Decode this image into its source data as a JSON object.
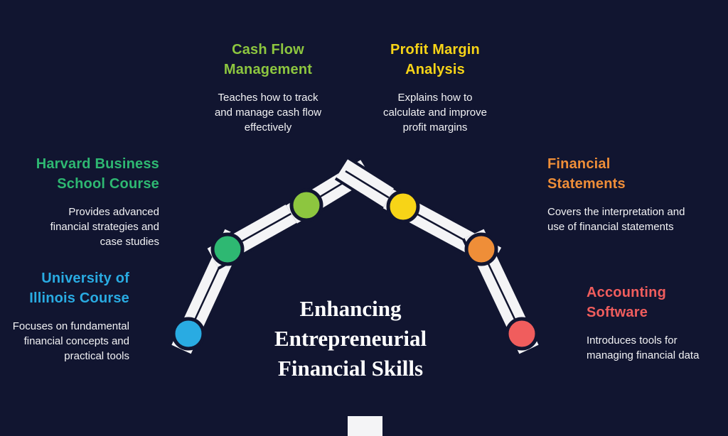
{
  "colors": {
    "background": "#111530",
    "bar": "#f4f4f6",
    "outline": "#111530",
    "description_text": "#f2f2f4",
    "title_text": "#ffffff"
  },
  "title": {
    "text": "Enhancing Entrepreneurial Financial Skills"
  },
  "items": [
    {
      "id": "cash-flow-management",
      "label": "Cash Flow Management",
      "description": "Teaches how to track and manage cash flow effectively",
      "color": "#8dc63f"
    },
    {
      "id": "profit-margin-analysis",
      "label": "Profit Margin Analysis",
      "description": "Explains how to calculate and improve profit margins",
      "color": "#f7d417"
    },
    {
      "id": "harvard-business-school-course",
      "label": "Harvard Business School Course",
      "description": "Provides advanced financial strategies and case studies",
      "color": "#2eb872"
    },
    {
      "id": "financial-statements",
      "label": "Financial Statements",
      "description": "Covers the interpretation and use of financial statements",
      "color": "#ef8e38"
    },
    {
      "id": "university-of-illinois-course",
      "label": "University of Illinois Course",
      "description": "Focuses on fundamental financial concepts and practical tools",
      "color": "#29abe2"
    },
    {
      "id": "accounting-software",
      "label": "Accounting Software",
      "description": "Introduces tools for managing financial data",
      "color": "#f05d5d"
    }
  ]
}
